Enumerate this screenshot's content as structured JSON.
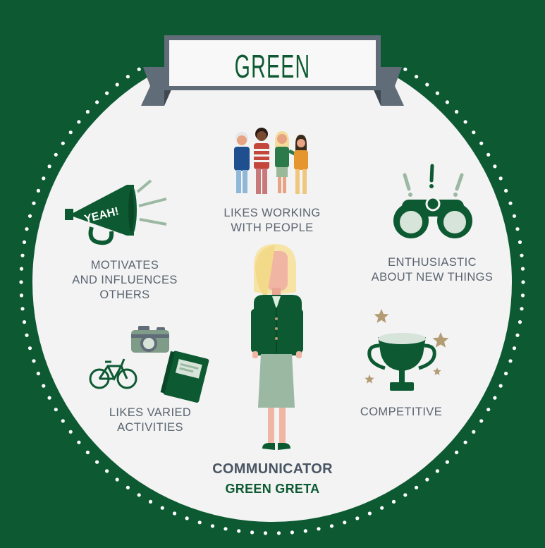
{
  "banner": {
    "title": "GREEN"
  },
  "traits": [
    {
      "line1": "LIKES WORKING",
      "line2": "WITH PEOPLE"
    },
    {
      "line1": "MOTIVATES",
      "line2": "AND INFLUENCES",
      "line3": "OTHERS"
    },
    {
      "line1": "ENTHUSIASTIC",
      "line2": "ABOUT NEW THINGS"
    },
    {
      "line1": "LIKES VARIED",
      "line2": "ACTIVITIES"
    },
    {
      "line1": "COMPETITIVE"
    }
  ],
  "megaphone": {
    "text": "YEAH!"
  },
  "character": {
    "role": "COMMUNICATOR",
    "name": "GREEN GRETA"
  },
  "colors": {
    "background": "#0d5a32",
    "circle": "#f3f3f3",
    "ribbon": "#606c78",
    "text_gray": "#5a6470",
    "accent_star": "#b39c74"
  },
  "icons": [
    "people-group-icon",
    "megaphone-icon",
    "binoculars-icon",
    "camera-icon",
    "bicycle-icon",
    "book-icon",
    "trophy-icon",
    "star-icon",
    "woman-figure"
  ]
}
